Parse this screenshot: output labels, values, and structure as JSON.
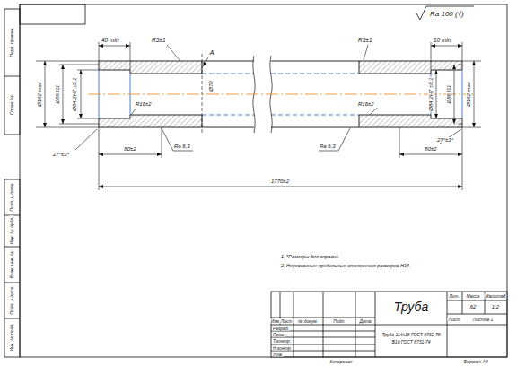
{
  "diagram": {
    "title": "Труба",
    "labels": [
      "Ra 100 (√)",
      "40 min",
      "R5±1",
      "R5±1",
      "10 min",
      "A",
      "Ø162 max",
      "Ø86 f11",
      "Ø84,2H7 ±0,1",
      "Ø84,2H7 ±0,1",
      "Ø86 f11",
      "Ø162 max",
      "R16±2",
      "R16±2",
      "Ø70",
      "Ra 6,3",
      "Ra 6,3",
      "27°±3°",
      "27°±3°",
      "80±2",
      "80±2",
      "1770±2",
      "1. *Размеры для справок.",
      "2. Неуказанные предельные отклонения размеров Н14.",
      "Изм.",
      "Лист",
      "№ докум.",
      "Подп.",
      "Дата",
      "Разраб.",
      "Пров.",
      "Т.контр.",
      "Н.контр.",
      "Утв.",
      "Лит.",
      "Масса",
      "Масштаб",
      "62",
      "1:2",
      "Лист",
      "Листов 1",
      "Труба 114х18 ГОСТ 8732-78",
      "В10 ГОСТ 8731-74",
      "Копировал",
      "Формат A4",
      "Перв. примен.",
      "Справ. №",
      "Подп. и дата",
      "Инв. № дубл.",
      "Взам. инв. №",
      "Подп. и дата",
      "Инв. № подл."
    ]
  }
}
